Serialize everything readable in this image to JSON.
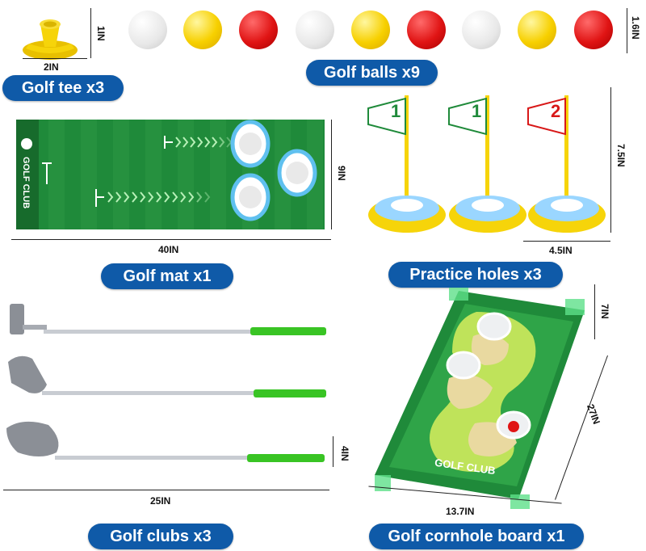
{
  "labels": {
    "golf_tee": "Golf tee x3",
    "golf_balls": "Golf balls x9",
    "golf_mat": "Golf mat  x1",
    "practice_holes": "Practice holes  x3",
    "golf_clubs": "Golf clubs  x3",
    "cornhole": "Golf cornhole board  x1"
  },
  "dimensions": {
    "tee_height": "1IN",
    "tee_width": "2IN",
    "ball_diameter": "1.6IN",
    "mat_height": "9IN",
    "mat_width": "40IN",
    "hole_height": "7.5IN",
    "hole_width": "4.5IN",
    "club_head": "4IN",
    "club_length": "25IN",
    "board_hole": "7IN",
    "board_length": "27IN",
    "board_width": "13.7IN"
  },
  "branding": {
    "mat_logo": "GOLF CLUB",
    "board_logo": "GOLF CLUB",
    "flag_numbers": [
      "1",
      "1",
      "2"
    ]
  },
  "colors": {
    "pill_blue": "#0f5aa8",
    "mat_green": "#1f8a3a",
    "grip_green": "#39c424",
    "tee_yellow": "#f6d40a",
    "ball_red": "#e01414"
  }
}
